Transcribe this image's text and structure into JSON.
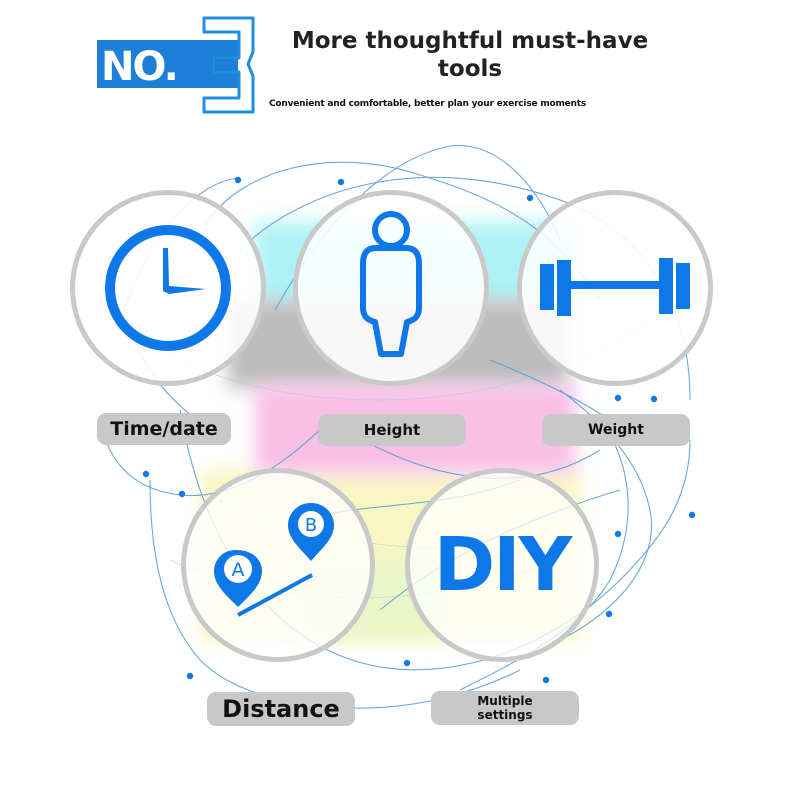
{
  "header": {
    "badge": {
      "prefix": "NO.",
      "number": "3"
    },
    "title": "More thoughtful must-have tools",
    "subtitle": "Convenient and comfortable, better plan your exercise moments"
  },
  "features": [
    {
      "id": "time",
      "icon": "clock-icon",
      "label": "Time/date"
    },
    {
      "id": "height",
      "icon": "person-icon",
      "label": "Height"
    },
    {
      "id": "weight",
      "icon": "dumbbell-icon",
      "label": "Weight"
    },
    {
      "id": "distance",
      "icon": "map-pin-a-b-icon",
      "label": "Distance",
      "pin_a": "A",
      "pin_b": "B"
    },
    {
      "id": "diy",
      "icon": "diy-text-icon",
      "icon_text": "DIY",
      "label_line1": "Multiple",
      "label_line2": "settings"
    }
  ],
  "colors": {
    "accent": "#0f78e8",
    "circle_border": "#c9c9c9",
    "label_bg": "#c8c8c8",
    "title_text": "#222222",
    "network_line": "#5a9fd8"
  }
}
